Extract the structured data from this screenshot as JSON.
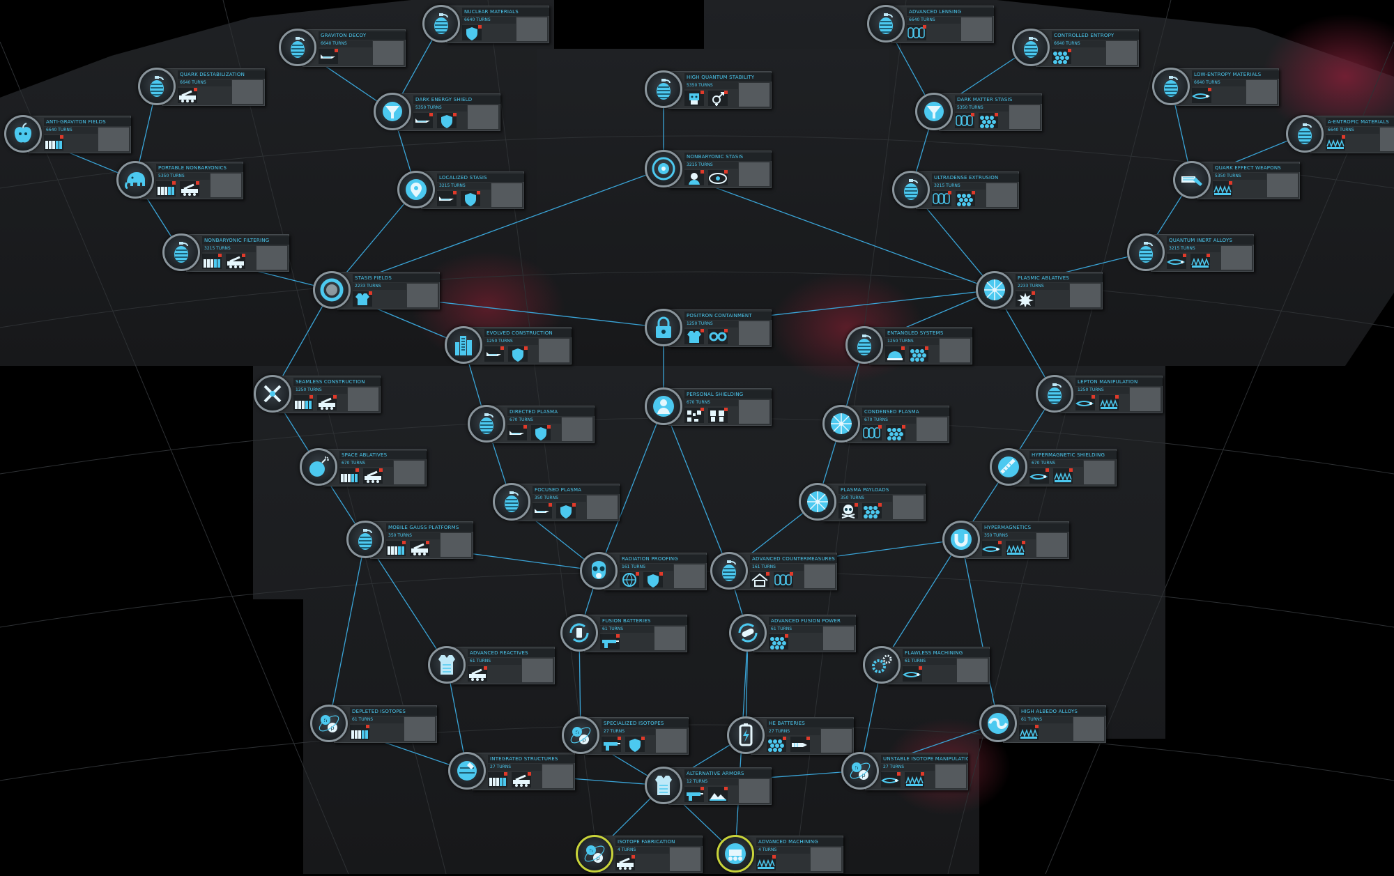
{
  "theme": {
    "accent": "#4cc9f0",
    "link": "#3aa5d8",
    "panel": "#1b1d1f",
    "available_ring": "#c9d43a",
    "flag": "#e03a2a"
  },
  "techs": [
    {
      "id": "nuclear-materials",
      "title": "Nuclear Materials",
      "turns": "6640 Turns",
      "icon": "grenade-icon",
      "rewards": [
        "shield-icon"
      ]
    },
    {
      "id": "graviton-decoy",
      "title": "Graviton Decoy",
      "turns": "6640 Turns",
      "icon": "grenade-icon",
      "rewards": [
        "missile-icon"
      ]
    },
    {
      "id": "quark-destabilization",
      "title": "Quark Destabilization",
      "turns": "6640 Turns",
      "icon": "grenade-icon",
      "rewards": [
        "launcher-truck-icon"
      ]
    },
    {
      "id": "anti-graviton-fields",
      "title": "Anti-Graviton Fields",
      "turns": "6640 Turns",
      "icon": "apple-icon",
      "rewards": [
        "ammo-icon"
      ]
    },
    {
      "id": "dark-energy-shield",
      "title": "Dark Energy Shield",
      "turns": "5350 Turns",
      "icon": "funnel-icon",
      "rewards": [
        "missile-icon",
        "shield-icon"
      ]
    },
    {
      "id": "portable-nonbaryonics",
      "title": "Portable Nonbaryonics",
      "turns": "5350 Turns",
      "icon": "elephant-icon",
      "rewards": [
        "ammo-icon",
        "launcher-truck-icon"
      ]
    },
    {
      "id": "localized-stasis",
      "title": "Localized Stasis",
      "turns": "3215 Turns",
      "icon": "pin-icon",
      "rewards": [
        "missile-icon",
        "shield-icon"
      ]
    },
    {
      "id": "nonbaryonic-filtering",
      "title": "Nonbaryonic Filtering",
      "turns": "3215 Turns",
      "icon": "grenade-icon",
      "rewards": [
        "ammo-icon",
        "launcher-truck-icon"
      ]
    },
    {
      "id": "stasis-fields",
      "title": "Stasis Fields",
      "turns": "2233 Turns",
      "icon": "ring-icon",
      "rewards": [
        "armor-icon"
      ]
    },
    {
      "id": "high-quantum-stability",
      "title": "High Quantum Stability",
      "turns": "5350 Turns",
      "icon": "grenade-icon",
      "rewards": [
        "robot-icon",
        "gender-icon"
      ]
    },
    {
      "id": "nonbaryonic-stasis",
      "title": "Nonbaryonic Stasis",
      "turns": "3215 Turns",
      "icon": "orbit-icon",
      "rewards": [
        "pilot-icon",
        "vehicle-icon"
      ]
    },
    {
      "id": "positron-containment",
      "title": "Positron Containment",
      "turns": "1250 Turns",
      "icon": "lock-icon",
      "rewards": [
        "armor-icon",
        "goggles-icon"
      ]
    },
    {
      "id": "evolved-construction",
      "title": "Evolved Construction",
      "turns": "1250 Turns",
      "icon": "city-icon",
      "rewards": [
        "missile-icon",
        "shield-icon"
      ]
    },
    {
      "id": "seamless-construction",
      "title": "Seamless Construction",
      "turns": "1250 Turns",
      "icon": "tools-icon",
      "rewards": [
        "ammo-icon",
        "launcher-truck-icon"
      ]
    },
    {
      "id": "directed-plasma",
      "title": "Directed Plasma",
      "turns": "670 Turns",
      "icon": "grenade-icon",
      "rewards": [
        "missile-icon",
        "shield-icon"
      ]
    },
    {
      "id": "personal-shielding",
      "title": "Personal Shielding",
      "turns": "670 Turns",
      "icon": "person-icon",
      "rewards": [
        "qr-icon",
        "robots-icon"
      ]
    },
    {
      "id": "space-ablatives",
      "title": "Space Ablatives",
      "turns": "670 Turns",
      "icon": "bomb-icon",
      "rewards": [
        "ammo-icon",
        "launcher-truck-icon"
      ]
    },
    {
      "id": "focused-plasma",
      "title": "Focused Plasma",
      "turns": "350 Turns",
      "icon": "grenade-icon",
      "rewards": [
        "missile-icon",
        "shield-icon"
      ]
    },
    {
      "id": "mobile-gauss-platforms",
      "title": "Mobile Gauss Platforms",
      "turns": "350 Turns",
      "icon": "grenade-icon",
      "rewards": [
        "ammo-icon",
        "launcher-truck-icon"
      ]
    },
    {
      "id": "radiation-proofing",
      "title": "Radiation Proofing",
      "turns": "161 Turns",
      "icon": "gasmask-icon",
      "rewards": [
        "globe-icon",
        "shield-icon"
      ]
    },
    {
      "id": "advanced-countermeasures",
      "title": "Advanced Countermeasures",
      "turns": "161 Turns",
      "icon": "grenade-icon",
      "rewards": [
        "house-icon",
        "cells-icon"
      ]
    },
    {
      "id": "fusion-batteries",
      "title": "Fusion Batteries",
      "turns": "61 Turns",
      "icon": "battery-cycle-icon",
      "rewards": [
        "gun-icon"
      ]
    },
    {
      "id": "advanced-fusion-power",
      "title": "Advanced Fusion Power",
      "turns": "61 Turns",
      "icon": "capsule-icon",
      "rewards": [
        "hexmesh-icon"
      ]
    },
    {
      "id": "advanced-reactives",
      "title": "Advanced Reactives",
      "turns": "61 Turns",
      "icon": "vest-icon",
      "rewards": [
        "launcher-truck-icon"
      ]
    },
    {
      "id": "depleted-isotopes",
      "title": "Depleted Isotopes",
      "turns": "61 Turns",
      "icon": "atom-icon",
      "rewards": [
        "ammo-icon"
      ]
    },
    {
      "id": "specialized-isotopes",
      "title": "Specialized Isotopes",
      "turns": "27 Turns",
      "icon": "atom-icon",
      "rewards": [
        "gun-icon",
        "shield-icon"
      ]
    },
    {
      "id": "he-batteries",
      "title": "HE Batteries",
      "turns": "27 Turns",
      "icon": "battery-icon",
      "rewards": [
        "hexmesh-icon",
        "bullet-icon"
      ]
    },
    {
      "id": "integrated-structures",
      "title": "Integrated Structures",
      "turns": "27 Turns",
      "icon": "satellite-icon",
      "rewards": [
        "ammo-icon",
        "launcher-truck-icon"
      ]
    },
    {
      "id": "alternative-armors",
      "title": "Alternative Armors",
      "turns": "12 Turns",
      "icon": "vest-icon",
      "rewards": [
        "gun-icon",
        "terrain-icon"
      ]
    },
    {
      "id": "isotope-fabrication",
      "title": "Isotope Fabrication",
      "turns": "4 Turns",
      "icon": "atom-icon",
      "available": true,
      "rewards": [
        "launcher-truck-icon"
      ]
    },
    {
      "id": "advanced-machining",
      "title": "Advanced Machining",
      "turns": "4 Turns",
      "icon": "rover-icon",
      "available": true,
      "rewards": [
        "waveform-icon"
      ]
    },
    {
      "id": "advanced-lensing",
      "title": "Advanced Lensing",
      "turns": "6640 Turns",
      "icon": "grenade-icon",
      "rewards": [
        "cells-icon"
      ]
    },
    {
      "id": "controlled-entropy",
      "title": "Controlled Entropy",
      "turns": "6640 Turns",
      "icon": "grenade-icon",
      "rewards": [
        "hexmesh-icon"
      ]
    },
    {
      "id": "low-entropy-materials",
      "title": "Low-Entropy Materials",
      "turns": "6640 Turns",
      "icon": "grenade-icon",
      "rewards": [
        "jet-icon"
      ]
    },
    {
      "id": "a-entropic-materials",
      "title": "A-Entropic Materials",
      "turns": "6640 Turns",
      "icon": "grenade-icon",
      "rewards": [
        "waveform-icon"
      ]
    },
    {
      "id": "dark-matter-stasis",
      "title": "Dark Matter Stasis",
      "turns": "5350 Turns",
      "icon": "funnel-icon",
      "rewards": [
        "cells-icon",
        "hexmesh-icon"
      ]
    },
    {
      "id": "ultradense-extrusion",
      "title": "Ultradense Extrusion",
      "turns": "3215 Turns",
      "icon": "grenade-icon",
      "rewards": [
        "cells-icon",
        "hexmesh-icon"
      ]
    },
    {
      "id": "quark-effect-weapons",
      "title": "Quark Effect Weapons",
      "turns": "5350 Turns",
      "icon": "blaster-icon",
      "rewards": [
        "waveform-icon"
      ]
    },
    {
      "id": "quantum-inert-alloys",
      "title": "Quantum Inert Alloys",
      "turns": "3215 Turns",
      "icon": "grenade-icon",
      "rewards": [
        "jet-icon",
        "waveform-icon"
      ]
    },
    {
      "id": "plasmic-ablatives",
      "title": "Plasmic Ablatives",
      "turns": "2233 Turns",
      "icon": "shatter-icon",
      "rewards": [
        "explosion-icon"
      ]
    },
    {
      "id": "entangled-systems",
      "title": "Entangled Systems",
      "turns": "1250 Turns",
      "icon": "grenade-icon",
      "rewards": [
        "helmet-icon",
        "hexmesh-icon"
      ]
    },
    {
      "id": "lepton-manipulation",
      "title": "Lepton Manipulation",
      "turns": "1250 Turns",
      "icon": "grenade-icon",
      "rewards": [
        "jet-icon",
        "waveform-icon"
      ]
    },
    {
      "id": "condensed-plasma",
      "title": "Condensed Plasma",
      "turns": "670 Turns",
      "icon": "shatter-icon",
      "rewards": [
        "cells-icon",
        "hexmesh-icon"
      ]
    },
    {
      "id": "hypermagnetic-shielding",
      "title": "Hypermagnetic Shielding",
      "turns": "670 Turns",
      "icon": "coil-icon",
      "rewards": [
        "jet-icon",
        "waveform-icon"
      ]
    },
    {
      "id": "plasma-payloads",
      "title": "Plasma Payloads",
      "turns": "350 Turns",
      "icon": "shatter-icon",
      "rewards": [
        "skull-icon",
        "hexmesh-icon"
      ]
    },
    {
      "id": "hypermagnetics",
      "title": "Hypermagnetics",
      "turns": "350 Turns",
      "icon": "magnet-icon",
      "rewards": [
        "jet-icon",
        "waveform-icon"
      ]
    },
    {
      "id": "flawless-machining",
      "title": "Flawless Machining",
      "turns": "61 Turns",
      "icon": "gears-icon",
      "rewards": [
        "jet-icon"
      ]
    },
    {
      "id": "high-albedo-alloys",
      "title": "High Albedo Alloys",
      "turns": "61 Turns",
      "icon": "swirl-icon",
      "rewards": [
        "waveform-icon"
      ]
    },
    {
      "id": "unstable-isotope-manipulation",
      "title": "Unstable Isotope Manipulation",
      "turns": "27 Turns",
      "icon": "atom-icon",
      "rewards": [
        "jet-icon",
        "waveform-icon"
      ]
    }
  ]
}
